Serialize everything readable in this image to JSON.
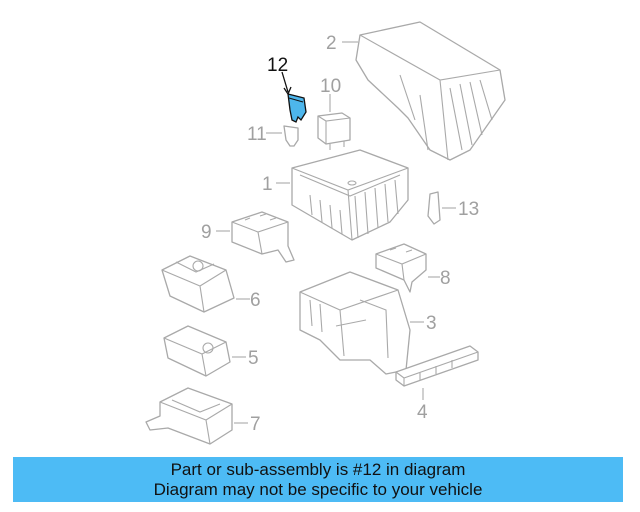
{
  "diagram": {
    "highlighted_part": "12",
    "highlight_color": "#4db6ec",
    "callouts": [
      "1",
      "2",
      "3",
      "4",
      "5",
      "6",
      "7",
      "8",
      "9",
      "10",
      "11",
      "12",
      "13"
    ]
  },
  "banner": {
    "line1": "Part or sub-assembly is #12 in diagram",
    "line2": "Diagram may not be specific to your vehicle",
    "color": "#4dbbf5"
  }
}
